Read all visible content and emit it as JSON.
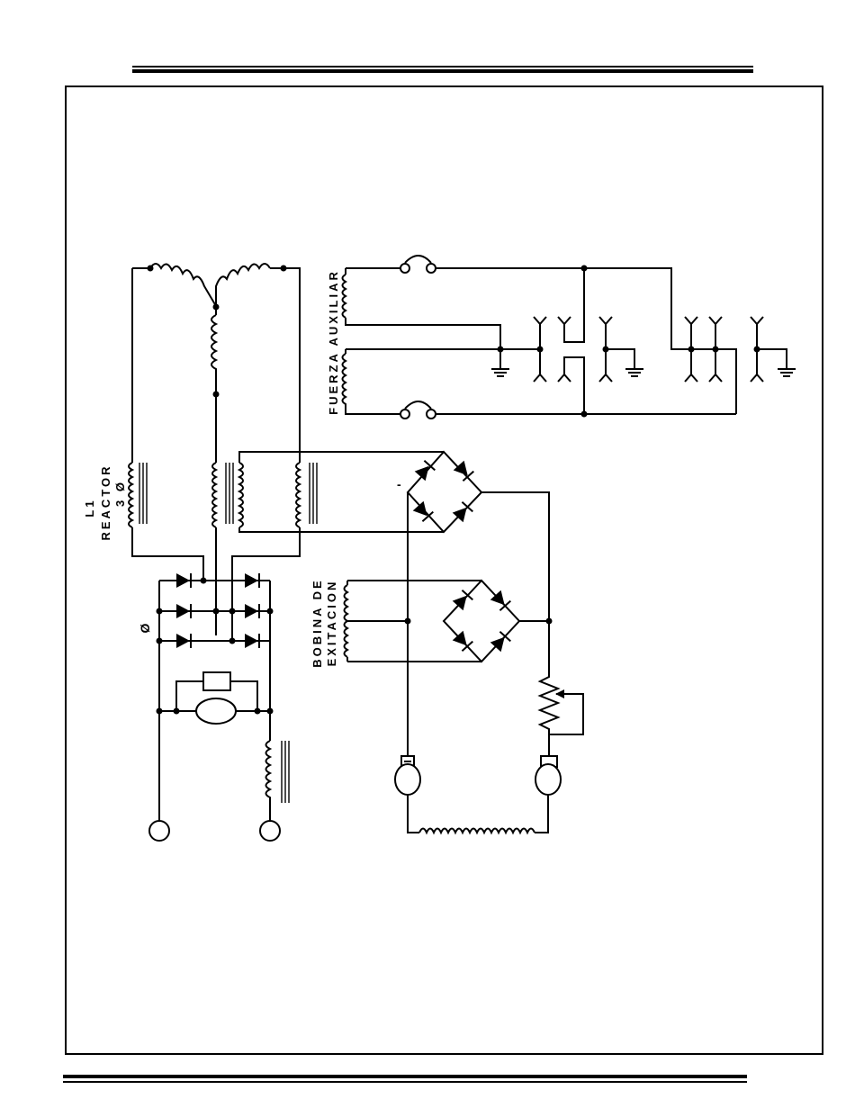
{
  "labels": {
    "reactor_l1": "L1",
    "reactor_name": "REACTOR",
    "reactor_phase": "3 Ø",
    "aux_power": "FUERZA AUXILIAR",
    "exc_line1": "BOBINA DE",
    "exc_line2": "EXITACION",
    "phase_symbol": "Ø",
    "minus_sign": "-"
  }
}
